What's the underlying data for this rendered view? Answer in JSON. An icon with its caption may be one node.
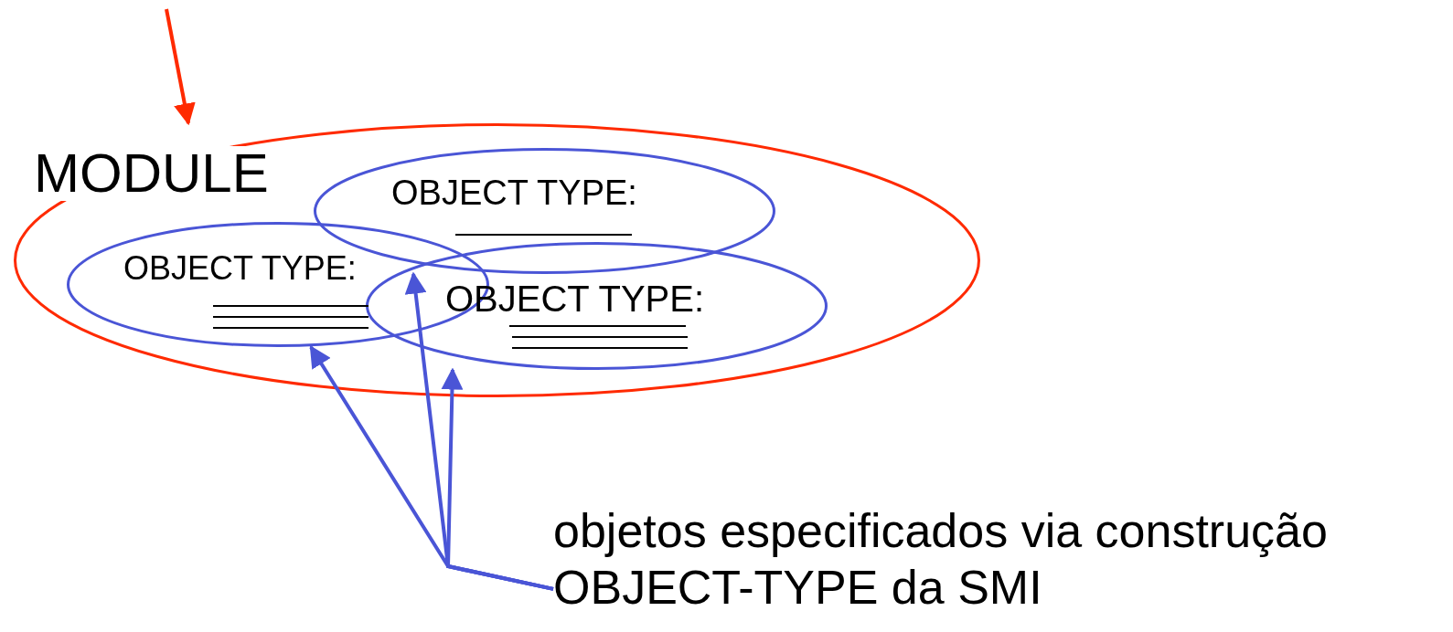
{
  "diagram": {
    "nodes": [
      {
        "text": [
          "MODULE"
        ]
      },
      {
        "text": [
          "OBJECT TYPE:"
        ],
        "in": 0
      },
      {
        "text": [
          "OBJECT TYPE:"
        ],
        "in": 0
      },
      {
        "text": [
          "OBJECT TYPE:"
        ],
        "in": 0
      },
      {
        "text": [
          "objetos especificados via construção OBJECT-TYPE da SMI"
        ]
      }
    ],
    "edges": [
      {
        "from": null,
        "to": 0,
        "arrow": "to",
        "color": "#ff2a00"
      },
      {
        "from": 4,
        "to": 2,
        "arrow": "to"
      },
      {
        "from": 4,
        "to": 1,
        "arrow": "to"
      },
      {
        "from": 4,
        "to": 3,
        "arrow": "to"
      }
    ]
  }
}
